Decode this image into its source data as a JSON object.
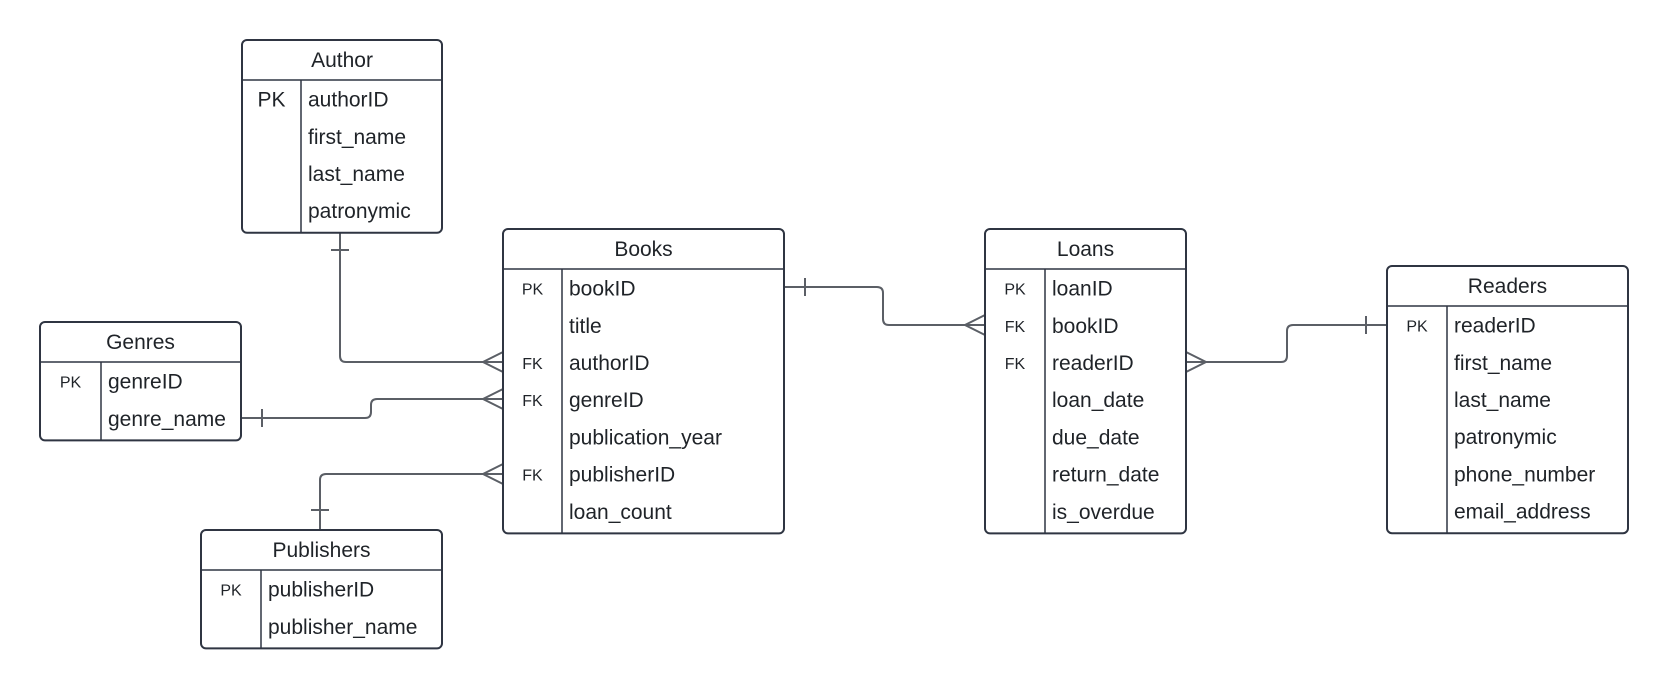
{
  "entities": {
    "author": {
      "title": "Author",
      "rows": [
        {
          "key": "PK",
          "name": "authorID"
        },
        {
          "key": "",
          "name": "first_name"
        },
        {
          "key": "",
          "name": "last_name"
        },
        {
          "key": "",
          "name": "patronymic"
        }
      ]
    },
    "books": {
      "title": "Books",
      "rows": [
        {
          "key": "PK",
          "name": "bookID"
        },
        {
          "key": "",
          "name": "title"
        },
        {
          "key": "FK",
          "name": "authorID"
        },
        {
          "key": "FK",
          "name": "genreID"
        },
        {
          "key": "",
          "name": "publication_year"
        },
        {
          "key": "FK",
          "name": "publisherID"
        },
        {
          "key": "",
          "name": "loan_count"
        }
      ]
    },
    "genres": {
      "title": "Genres",
      "rows": [
        {
          "key": "PK",
          "name": "genreID"
        },
        {
          "key": "",
          "name": "genre_name"
        }
      ]
    },
    "publishers": {
      "title": "Publishers",
      "rows": [
        {
          "key": "PK",
          "name": "publisherID"
        },
        {
          "key": "",
          "name": "publisher_name"
        }
      ]
    },
    "loans": {
      "title": "Loans",
      "rows": [
        {
          "key": "PK",
          "name": "loanID"
        },
        {
          "key": "FK",
          "name": "bookID"
        },
        {
          "key": "FK",
          "name": "readerID"
        },
        {
          "key": "",
          "name": "loan_date"
        },
        {
          "key": "",
          "name": "due_date"
        },
        {
          "key": "",
          "name": "return_date"
        },
        {
          "key": "",
          "name": "is_overdue"
        }
      ]
    },
    "readers": {
      "title": "Readers",
      "rows": [
        {
          "key": "PK",
          "name": "readerID"
        },
        {
          "key": "",
          "name": "first_name"
        },
        {
          "key": "",
          "name": "last_name"
        },
        {
          "key": "",
          "name": "patronymic"
        },
        {
          "key": "",
          "name": "phone_number"
        },
        {
          "key": "",
          "name": "email_address"
        }
      ]
    }
  },
  "relationships": [
    {
      "from": "Author.authorID",
      "to": "Books.authorID",
      "from_cardinality": "one",
      "to_cardinality": "many"
    },
    {
      "from": "Genres.genreID",
      "to": "Books.genreID",
      "from_cardinality": "one",
      "to_cardinality": "many"
    },
    {
      "from": "Publishers.publisherID",
      "to": "Books.publisherID",
      "from_cardinality": "one",
      "to_cardinality": "many"
    },
    {
      "from": "Books.bookID",
      "to": "Loans.bookID",
      "from_cardinality": "one",
      "to_cardinality": "many"
    },
    {
      "from": "Readers.readerID",
      "to": "Loans.readerID",
      "from_cardinality": "one",
      "to_cardinality": "many"
    }
  ],
  "colors": {
    "border": "#2f3542",
    "connector": "#5b5f66",
    "text": "#1f2328",
    "background": "#ffffff"
  }
}
